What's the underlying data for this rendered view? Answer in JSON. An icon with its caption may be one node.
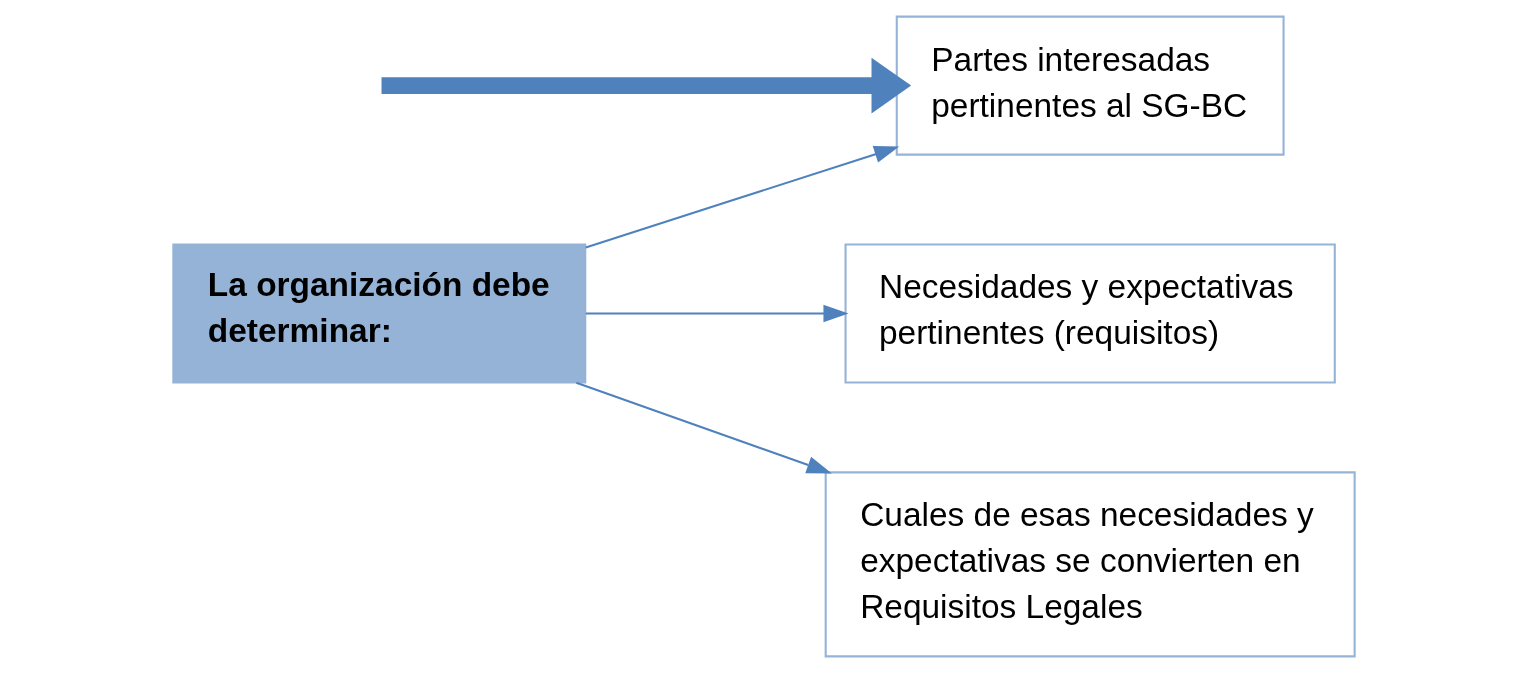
{
  "diagram": {
    "nodes": [
      {
        "text": [
          "La organización debe determinar:"
        ]
      },
      {
        "text": [
          "Partes interesadas pertinentes al SG-BC"
        ]
      },
      {
        "text": [
          "Necesidades y expectativas pertinentes (requisitos)"
        ]
      },
      {
        "text": [
          "Cuales de esas necesidades y expectativas se convierten en Requisitos Legales"
        ]
      }
    ],
    "edges": [
      {
        "from": 0,
        "to": 1,
        "arrow": "to"
      },
      {
        "from": 0,
        "to": 2,
        "arrow": "to"
      },
      {
        "from": 0,
        "to": 3,
        "arrow": "to"
      },
      {
        "from": null,
        "to": 1,
        "arrow": "to",
        "style": "thick"
      }
    ]
  }
}
